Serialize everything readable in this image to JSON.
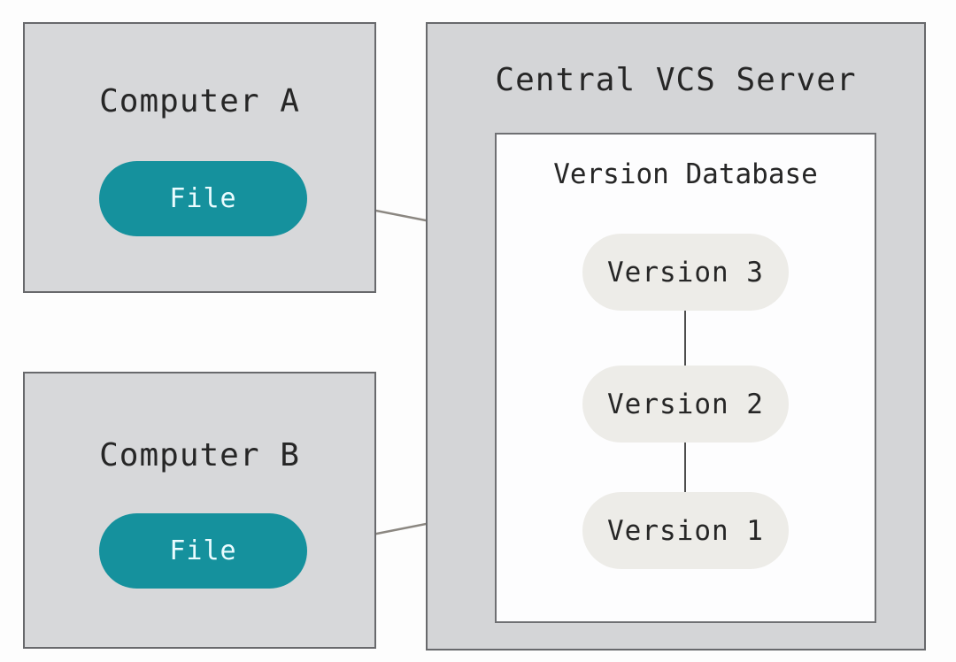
{
  "diagram": {
    "computer_a": {
      "title": "Computer A",
      "file_label": "File"
    },
    "computer_b": {
      "title": "Computer B",
      "file_label": "File"
    },
    "server": {
      "title": "Central VCS Server",
      "version_database": {
        "title": "Version Database",
        "versions": [
          {
            "label": "Version 3"
          },
          {
            "label": "Version 2"
          },
          {
            "label": "Version 1"
          }
        ]
      }
    },
    "colors": {
      "canvas_bg": "#fdfdfd",
      "box_fill": "#d7d8da",
      "box_border": "#68696c",
      "file_pill_fill": "#15919d",
      "file_pill_text": "#eafcff",
      "version_pill_fill": "#edece8",
      "version_db_fill": "#fdfdfe",
      "connector": "#4d4d4d",
      "arrow": "#8b8781",
      "text": "#262626"
    }
  }
}
